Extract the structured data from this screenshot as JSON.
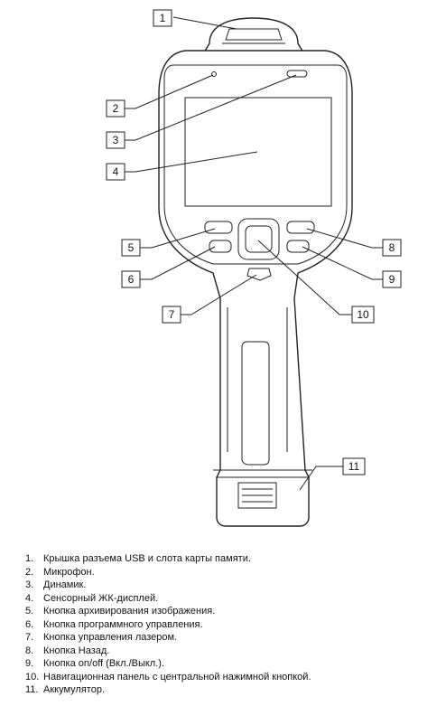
{
  "callouts": [
    "1",
    "2",
    "3",
    "4",
    "5",
    "6",
    "7",
    "8",
    "9",
    "10",
    "11"
  ],
  "legend": [
    {
      "num": "1.",
      "text": "Крышка разъема USB и слота карты памяти."
    },
    {
      "num": "2.",
      "text": "Микрофон."
    },
    {
      "num": "3.",
      "text": "Динамик."
    },
    {
      "num": "4.",
      "text": "Сенсорный ЖК-дисплей."
    },
    {
      "num": "5.",
      "text": "Кнопка архивирования изображения."
    },
    {
      "num": "6.",
      "text": "Кнопка программного управления."
    },
    {
      "num": "7.",
      "text": "Кнопка управления лазером."
    },
    {
      "num": "8.",
      "text": "Кнопка Назад."
    },
    {
      "num": "9.",
      "text": "Кнопка on/off (Вкл./Выкл.)."
    },
    {
      "num": "10.",
      "text": "Навигационная панель с центральной нажимной кнопкой."
    },
    {
      "num": "11.",
      "text": "Аккумулятор."
    }
  ]
}
